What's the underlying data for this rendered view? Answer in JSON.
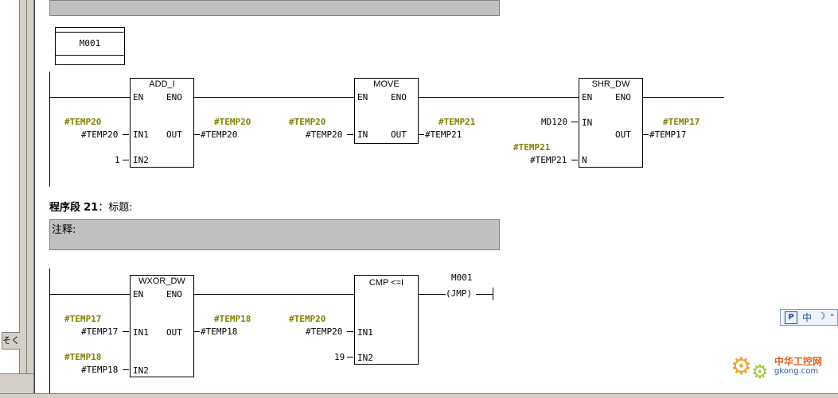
{
  "sidebar": {
    "button_label": "そく"
  },
  "network_top": {
    "label_block": "M001",
    "boxes": [
      {
        "title": "ADD_I",
        "en": "EN",
        "eno": "ENO",
        "in1": "IN1",
        "in2": "IN2",
        "out": "OUT"
      },
      {
        "title": "MOVE",
        "en": "EN",
        "eno": "ENO",
        "in": "IN",
        "out": "OUT"
      },
      {
        "title": "SHR_DW",
        "en": "EN",
        "eno": "ENO",
        "in": "IN",
        "n": "N",
        "out": "OUT"
      }
    ],
    "operands": {
      "add_in1_sym": "#TEMP20",
      "add_in1": "#TEMP20",
      "add_in2": "1",
      "add_out_sym": "#TEMP20",
      "add_out": "#TEMP20",
      "move_in_sym": "#TEMP20",
      "move_in": "#TEMP20",
      "move_out_sym": "#TEMP21",
      "move_out": "#TEMP21",
      "shr_in": "MD120",
      "shr_n_sym": "#TEMP21",
      "shr_n": "#TEMP21",
      "shr_out_sym": "#TEMP17",
      "shr_out": "#TEMP17"
    }
  },
  "network_21": {
    "title_prefix": "程序段",
    "number": "21",
    "title_suffix": "：标题:",
    "comment": "注释:",
    "boxes": [
      {
        "title": "WXOR_DW",
        "en": "EN",
        "eno": "ENO",
        "in1": "IN1",
        "in2": "IN2",
        "out": "OUT"
      },
      {
        "title": "CMP <=I",
        "in1": "IN1",
        "in2": "IN2"
      }
    ],
    "operands": {
      "wxor_in1_sym": "#TEMP17",
      "wxor_in1": "#TEMP17",
      "wxor_in2_sym": "#TEMP18",
      "wxor_in2": "#TEMP18",
      "wxor_out_sym": "#TEMP18",
      "wxor_out": "#TEMP18",
      "cmp_in1_sym": "#TEMP20",
      "cmp_in1": "#TEMP20",
      "cmp_in2": "19",
      "jmp_label": "M001",
      "jmp_coil": "JMP"
    }
  },
  "ime": {
    "icon": "P",
    "lang": "中",
    "moon": "☽",
    "dot": "°"
  },
  "watermark": {
    "title": "中华工控网",
    "url": "gkong.com"
  },
  "colors": {
    "symbol": "#808000",
    "comment_bg": "#c0c0c0"
  }
}
